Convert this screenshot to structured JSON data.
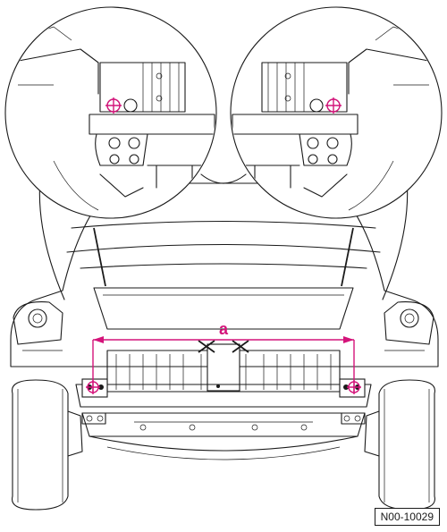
{
  "figure": {
    "id": "N00-10029",
    "dimension_label": "a"
  },
  "colors": {
    "line": "#1a1a1a",
    "background": "#ffffff",
    "accent_magenta": "#d4147a"
  },
  "parts": {
    "detail_views": [
      "left-mounting-point-detail",
      "right-mounting-point-detail"
    ],
    "measurement_points": [
      "left-measuring-point",
      "right-measuring-point"
    ],
    "measurement": "distance-a-between-mounting-points"
  }
}
